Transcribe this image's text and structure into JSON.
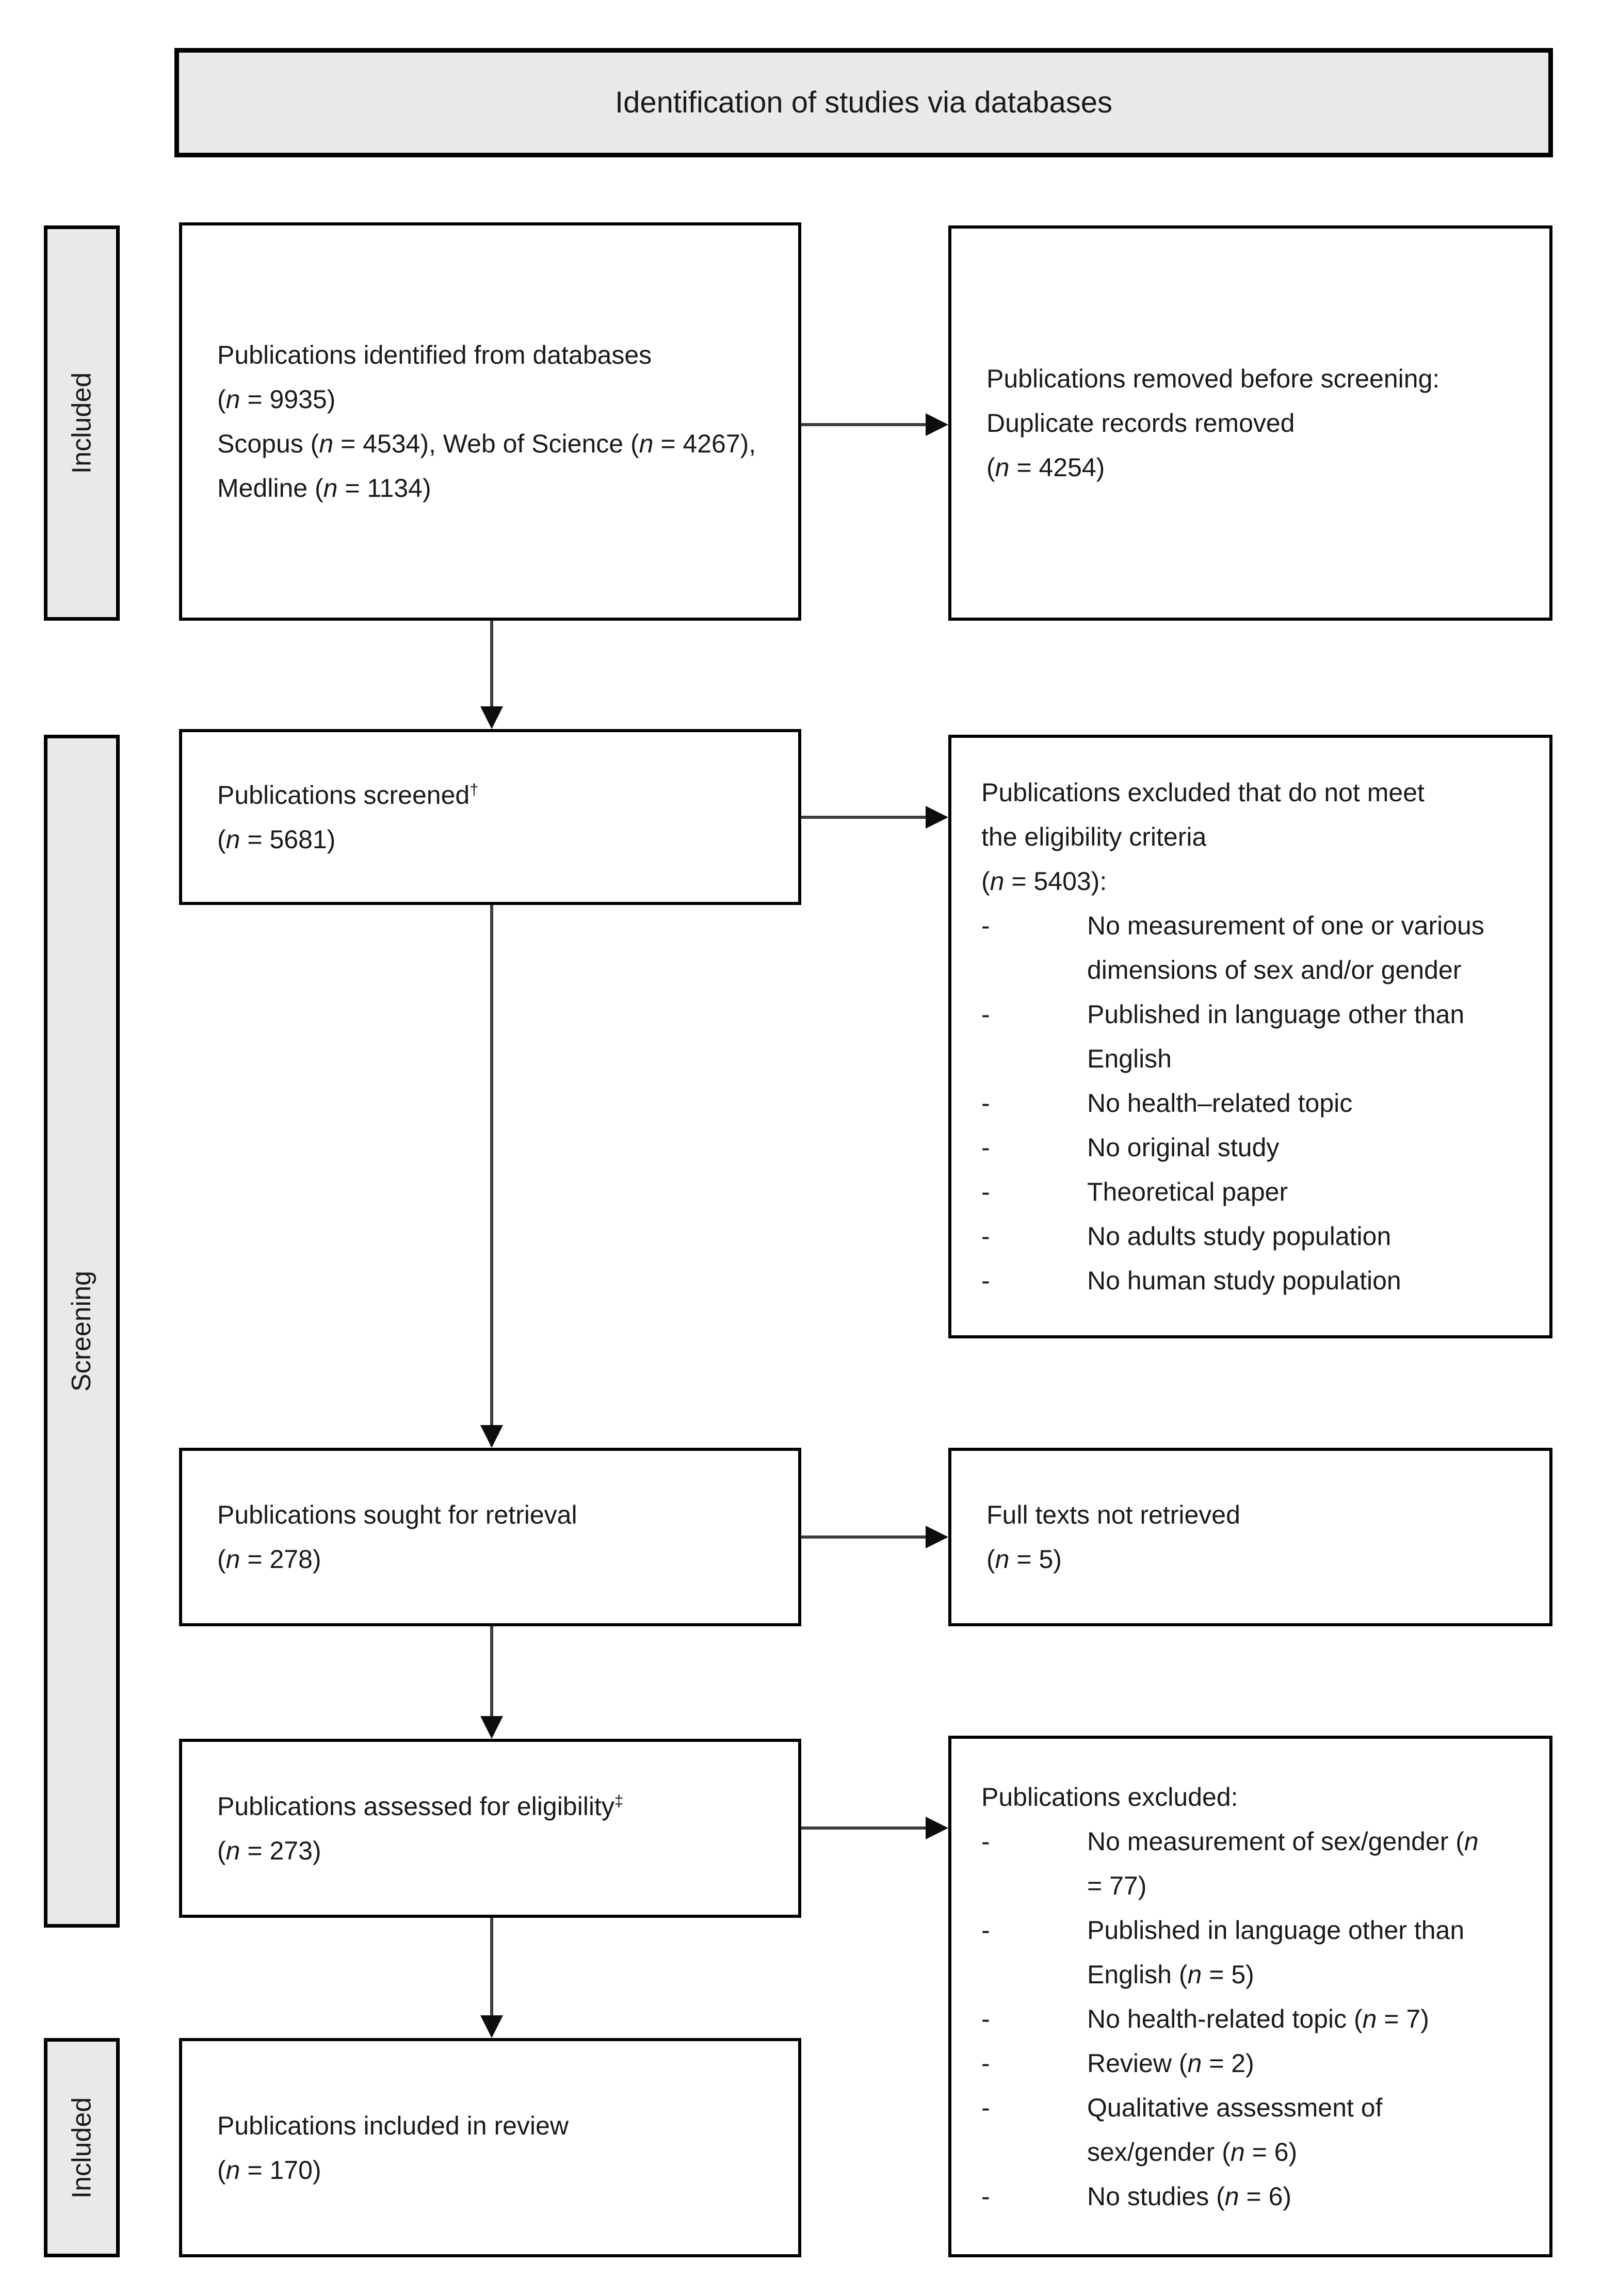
{
  "colors": {
    "box_border": "#000000",
    "banner_fill": "#e9e9e9",
    "stage_fill": "#e9e9e9",
    "box_fill": "#ffffff",
    "text": "#1a1a1a",
    "arrow": "#0d0d0d"
  },
  "banner": {
    "title": "Identification of studies via databases"
  },
  "stages": {
    "top": "Included",
    "middle": "Screening",
    "bottom": "Included"
  },
  "flow": {
    "identified": {
      "line1": "Publications identified from databases (n = 9935)",
      "line2": "Scopus (n = 4534), Web of Science (n = 4267), Medline (n = 1134)"
    },
    "removed": {
      "line1": "Publications removed before screening:",
      "line2": "Duplicate records removed",
      "line3": "(n = 4254)"
    },
    "screened": {
      "label": "Publications screened",
      "sup": "†",
      "count": "(n = 5681)"
    },
    "screened_excluded": {
      "header": "Publications excluded that do not meet the eligibility criteria",
      "count": "(n = 5403):",
      "bullet": "-",
      "items": [
        "No measurement of one or various dimensions of sex and/or gender",
        "Published in language other than English",
        "No health–related topic",
        "No original study",
        "Theoretical paper",
        "No adults study population",
        "No human study population"
      ]
    },
    "sought": {
      "label": "Publications sought for retrieval",
      "count": "(n = 278)"
    },
    "not_retrieved": {
      "label": "Full texts not retrieved",
      "count": "(n = 5)"
    },
    "assessed": {
      "label": "Publications assessed for eligibility",
      "sup": "‡",
      "count": "(n = 273)"
    },
    "assessed_excluded": {
      "header": "Publications excluded:",
      "bullet": "-",
      "items": [
        "No measurement of sex/gender (n = 77)",
        "Published in language other than English (n = 5)",
        "No health-related topic (n = 7)",
        "Review (n = 2)",
        "Qualitative assessment of sex/gender (n = 6)",
        "No studies (n = 6)"
      ]
    },
    "included": {
      "label": "Publications included in review",
      "count": "(n = 170)"
    }
  }
}
